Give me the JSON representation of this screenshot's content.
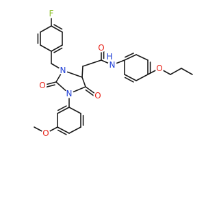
{
  "colors": {
    "bond": "#1a1a1a",
    "F": "#8fbf2f",
    "O": "#e8251b",
    "N": "#1f3fd6",
    "background": "#ffffff"
  },
  "atoms": {
    "f": {
      "text": "F",
      "element": "F"
    },
    "n3": {
      "text": "N",
      "element": "N"
    },
    "n1": {
      "text": "N",
      "element": "N"
    },
    "nh": {
      "text": "N",
      "element": "N"
    },
    "h": {
      "text": "H",
      "element": "N"
    },
    "o_amide": {
      "text": "O",
      "element": "O"
    },
    "o_c2": {
      "text": "O",
      "element": "O"
    },
    "o_c5": {
      "text": "O",
      "element": "O"
    },
    "o_ome": {
      "text": "O",
      "element": "O"
    },
    "o_oprop": {
      "text": "O",
      "element": "O"
    }
  }
}
